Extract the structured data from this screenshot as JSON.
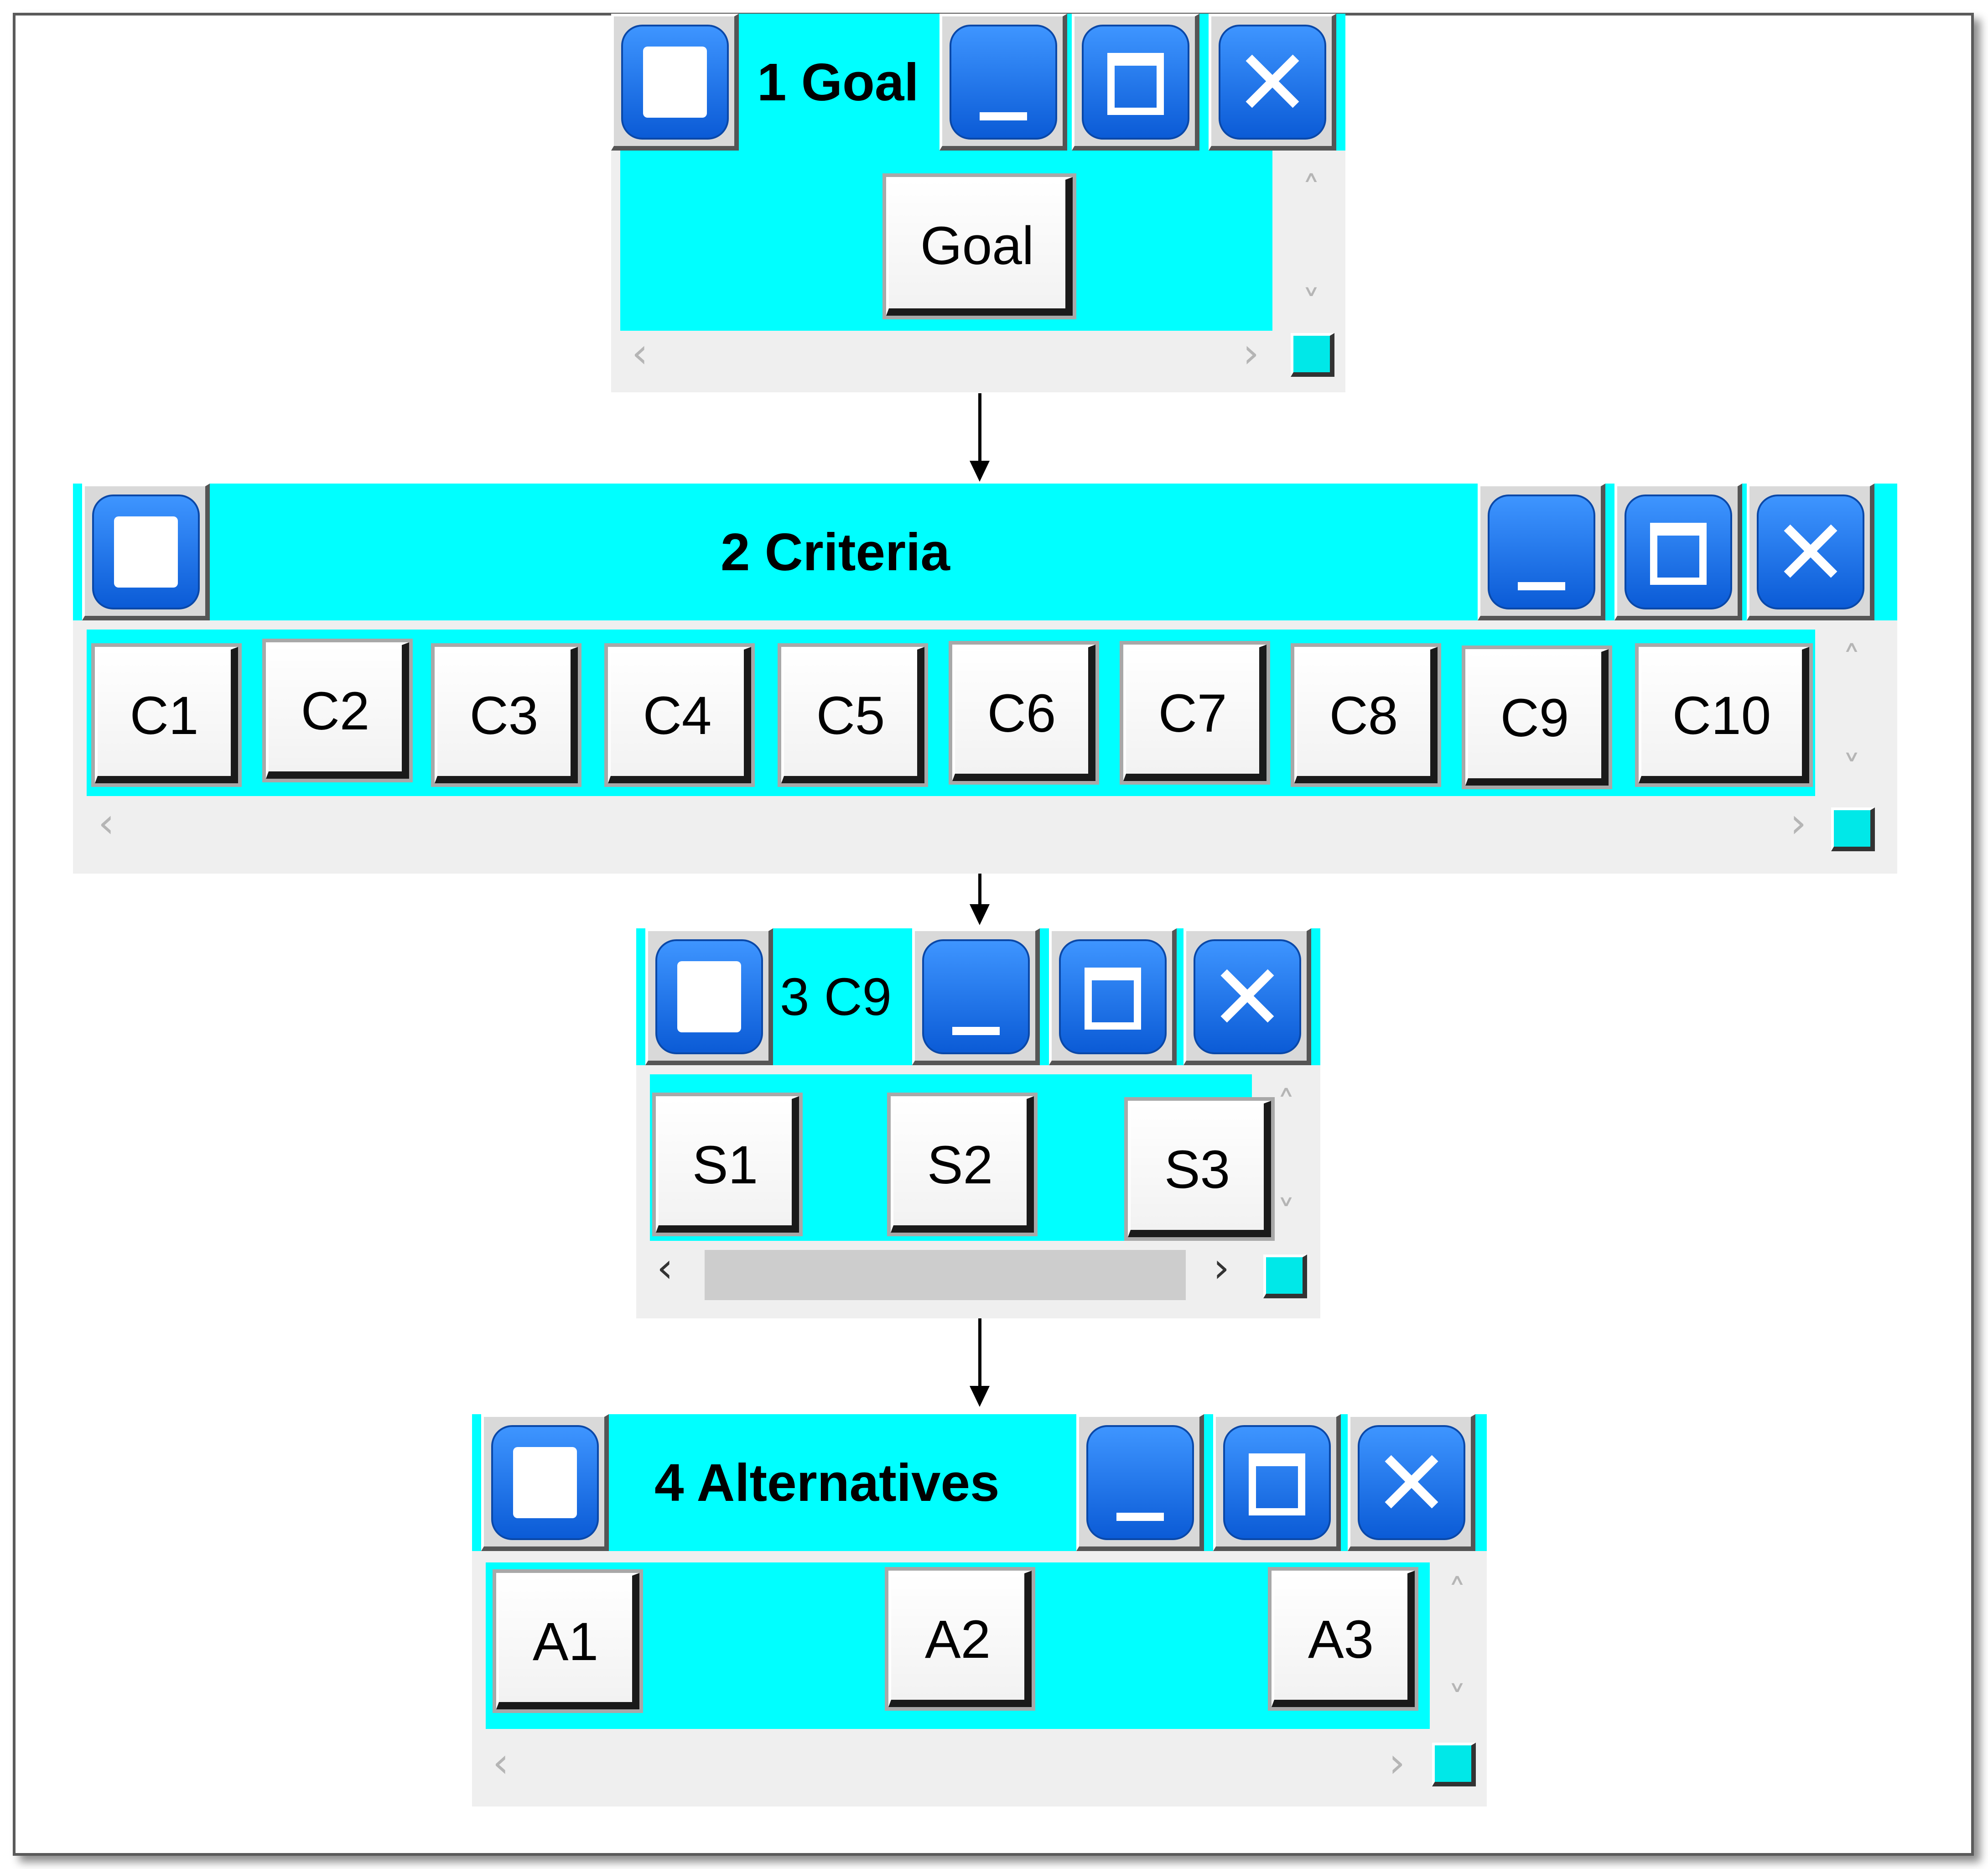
{
  "panels": {
    "goal": {
      "title": "1 Goal",
      "nodes": [
        "Goal"
      ]
    },
    "criteria": {
      "title": "2 Criteria",
      "nodes": [
        "C1",
        "C2",
        "C3",
        "C4",
        "C5",
        "C6",
        "C7",
        "C8",
        "C9",
        "C10"
      ]
    },
    "subcriteria": {
      "title": "3 C9",
      "nodes": [
        "S1",
        "S2",
        "S3"
      ]
    },
    "alternatives": {
      "title": "4 Alternatives",
      "nodes": [
        "A1",
        "A2",
        "A3"
      ]
    }
  },
  "colors": {
    "panel_background": "#00ffff",
    "window_button": "#1d73ea",
    "frame_border": "#5a5a5a"
  },
  "icons": {
    "restore": "window-restore-icon",
    "minimize": "minimize-icon",
    "maximize": "maximize-icon",
    "close": "close-icon"
  },
  "scroll": {
    "up": "˄",
    "down": "˅",
    "left": "‹",
    "right": "›"
  }
}
